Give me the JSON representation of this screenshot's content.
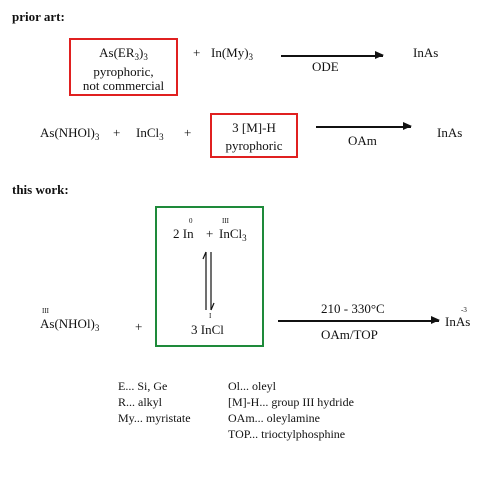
{
  "headers": {
    "prior_art": "prior art:",
    "this_work": "this work:"
  },
  "reaction1": {
    "reagent_box": {
      "name": "As(ER",
      "sub1": "3",
      "close": ")",
      "sub2": "3",
      "line2": "pyrophoric,",
      "line3": "not commercial"
    },
    "plus": "+",
    "coreagent": {
      "name": "In(My)",
      "sub": "3"
    },
    "arrow_label": "ODE",
    "product": "InAs"
  },
  "reaction2": {
    "reagent": {
      "name": "As(NHOl)",
      "sub": "3"
    },
    "plus1": "+",
    "coreagent": {
      "name": "InCl",
      "sub": "3"
    },
    "plus2": "+",
    "hydride_box": {
      "line1": "3 [M]-H",
      "line2": "pyrophoric"
    },
    "arrow_label": "OAm",
    "product": "InAs"
  },
  "reaction3": {
    "equilibrium_box": {
      "top_left": "2 In",
      "top_left_ox": "0",
      "plus": "+",
      "top_right": "InCl",
      "top_right_sub": "3",
      "top_right_ox": "III",
      "bottom": "3 InCl",
      "bottom_ox": "I"
    },
    "reagent": {
      "name": "As(NHOl)",
      "sub": "3",
      "ox": "III"
    },
    "plus": "+",
    "arrow_label_top": "210 - 330°C",
    "arrow_label_bottom": "OAm/TOP",
    "product": "InAs",
    "product_ox": "-3"
  },
  "legend": {
    "left": [
      "E... Si, Ge",
      "R... alkyl",
      "My... myristate"
    ],
    "right": [
      "Ol... oleyl",
      "[M]-H... group III hydride",
      "OAm... oleylamine",
      "TOP... trioctylphosphine"
    ]
  },
  "colors": {
    "hazard_box": "#e02020",
    "this_work_box": "#1e8a3a"
  }
}
